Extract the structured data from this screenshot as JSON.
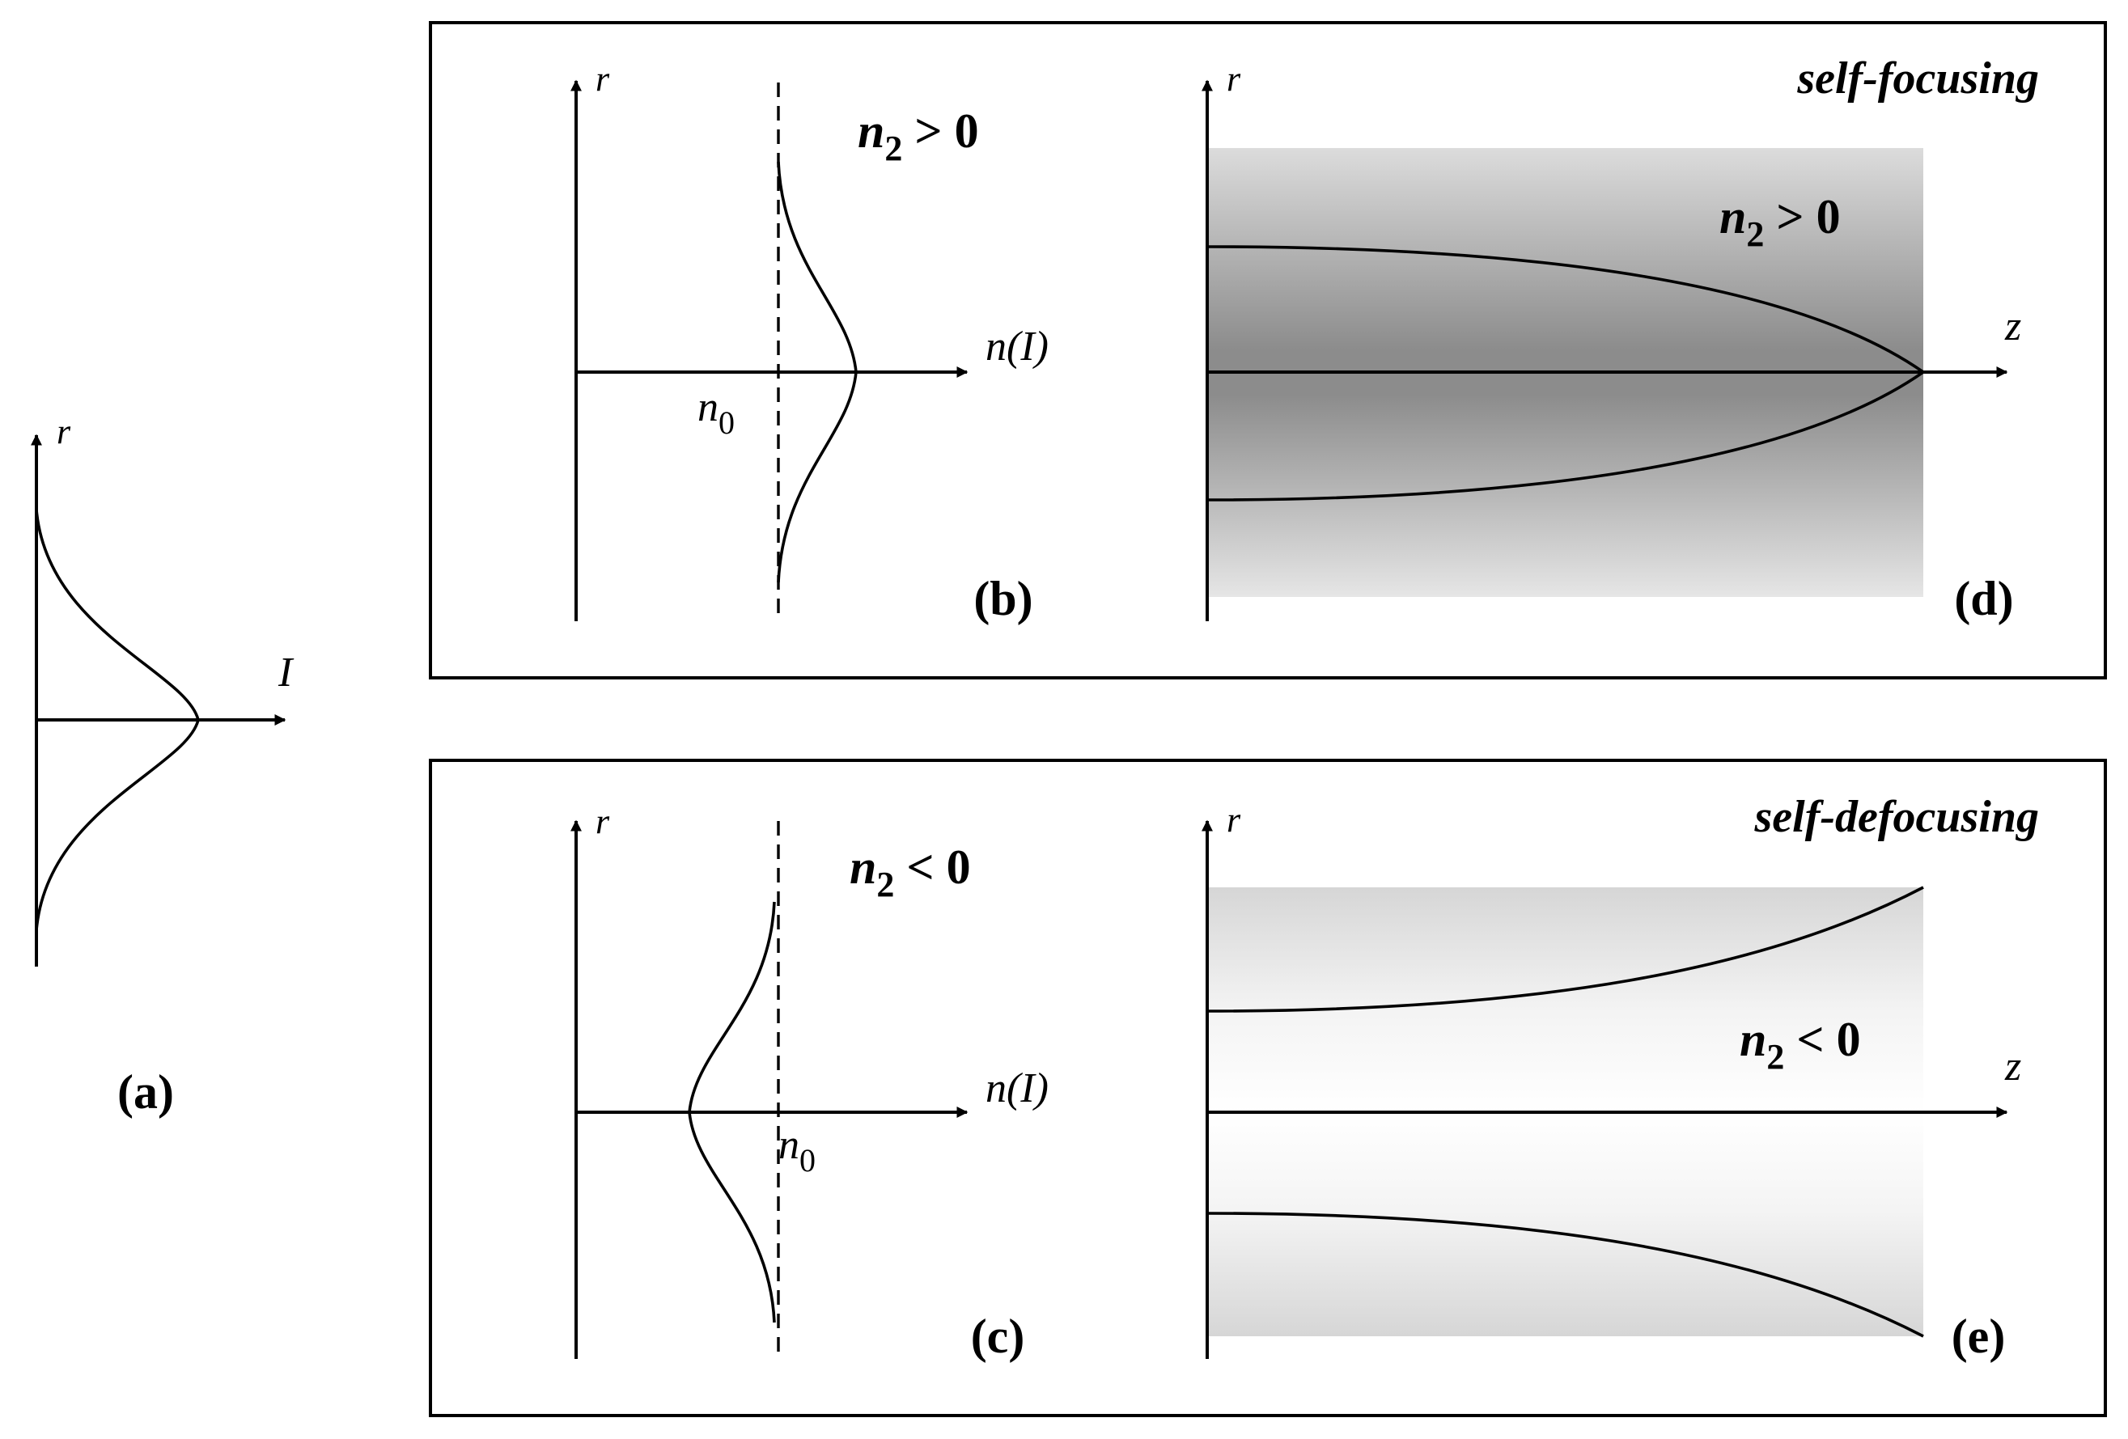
{
  "panels": {
    "a": {
      "label": "(a)",
      "axis_vertical": "r",
      "axis_horizontal": "I"
    },
    "b": {
      "label": "(b)",
      "axis_vertical": "r",
      "axis_horizontal": "n(I)",
      "n0_base": "n",
      "n0_sub": "0",
      "cond_base": "n",
      "cond_sub": "2",
      "cond_rel": " > 0"
    },
    "c": {
      "label": "(c)",
      "axis_vertical": "r",
      "axis_horizontal": "n(I)",
      "n0_base": "n",
      "n0_sub": "0",
      "cond_base": "n",
      "cond_sub": "2",
      "cond_rel": " < 0"
    },
    "d": {
      "label": "(d)",
      "title": "self-focusing",
      "axis_vertical": "r",
      "axis_horizontal": "z",
      "cond_base": "n",
      "cond_sub": "2",
      "cond_rel": " > 0"
    },
    "e": {
      "label": "(e)",
      "title": "self-defocusing",
      "axis_vertical": "r",
      "axis_horizontal": "z",
      "cond_base": "n",
      "cond_sub": "2",
      "cond_rel": " < 0"
    }
  },
  "colors": {
    "line": "#000000",
    "shade_dark": "#8c8c8c",
    "shade_light": "#e4e4e4",
    "shade_white": "#ffffff"
  }
}
